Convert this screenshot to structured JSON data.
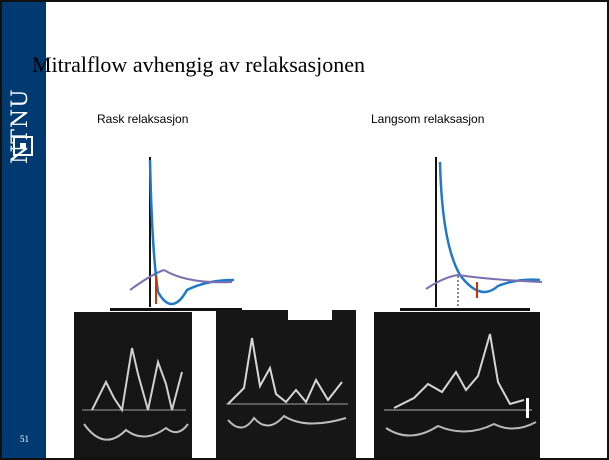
{
  "slide": {
    "title": "Mitralflow avhengig av relaksasjonen",
    "slide_number": "51",
    "logo_text": "NTNU",
    "panels": {
      "left_label": "Rask relaksasjon",
      "right_label": "Langsom relaksasjon"
    },
    "colors": {
      "sidebar": "#003a70",
      "curve_blue": "#1f78c8",
      "curve_purple": "#7a6fb0",
      "marker_red": "#cc3300"
    },
    "images": [
      "echo-doppler-1",
      "echo-doppler-2",
      "echo-doppler-3"
    ]
  }
}
